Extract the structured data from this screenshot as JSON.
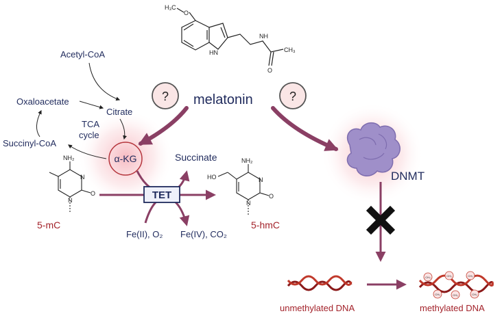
{
  "melatonin": {
    "label": "melatonin",
    "methoxy": "H₃C",
    "methoxy_o": "O",
    "nh_ring": "HN",
    "amide_nh": "NH",
    "amide_o": "O",
    "acetyl_ch3": "CH₃"
  },
  "question_mark": "?",
  "tca": {
    "acetyl_coa": "Acetyl-CoA",
    "oxaloacetate": "Oxaloacetate",
    "citrate": "Citrate",
    "cycle_line1": "TCA",
    "cycle_line2": "cycle",
    "succinyl_coa": "Succinyl-CoA",
    "akg": "α-KG"
  },
  "tet": {
    "label": "TET",
    "succinate": "Succinate",
    "cofactors_in": "Fe(II), O₂",
    "cofactors_out": "Fe(IV), CO₂"
  },
  "bases": {
    "mc_label": "5-mC",
    "hmc_label": "5-hmC",
    "nh2": "NH₂",
    "n": "N",
    "o": "O",
    "ho": "HO"
  },
  "dnmt": {
    "label": "DNMT"
  },
  "dna": {
    "unmethylated": "unmethylated DNA",
    "methylated": "methylated DNA",
    "ch3": "CH₃"
  },
  "colors": {
    "arrow": "#8a3f64",
    "navy_text": "#1f2a5c",
    "red_text": "#a3222a",
    "dnmt_body": "#9f8fc9",
    "glow": "#f4b5bc"
  }
}
